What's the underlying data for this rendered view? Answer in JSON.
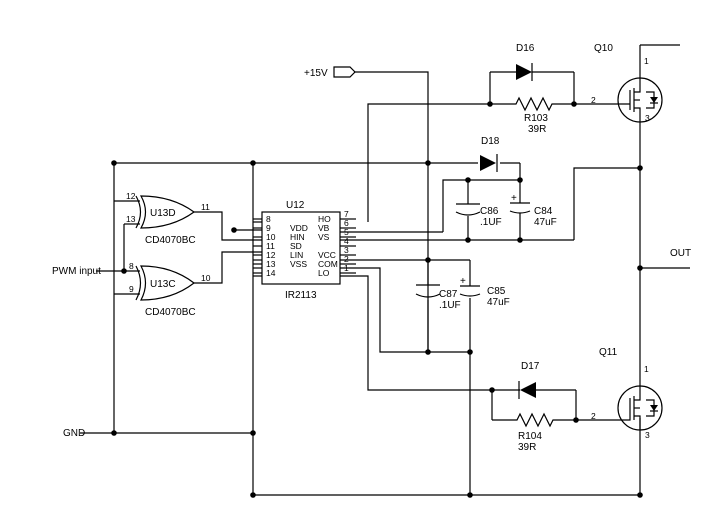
{
  "signals": {
    "supply": "+15V",
    "pwm_input": "PWM input",
    "gnd": "GND",
    "out": "OUT"
  },
  "u12": {
    "ref": "U12",
    "part": "IR2113",
    "left_pins": [
      {
        "num": "8",
        "name": ""
      },
      {
        "num": "9",
        "name": "VDD"
      },
      {
        "num": "10",
        "name": "HIN"
      },
      {
        "num": "11",
        "name": "SD"
      },
      {
        "num": "12",
        "name": "LIN"
      },
      {
        "num": "13",
        "name": "VSS"
      },
      {
        "num": "14",
        "name": ""
      }
    ],
    "right_pins": [
      {
        "num": "7",
        "name": "HO"
      },
      {
        "num": "6",
        "name": "VB"
      },
      {
        "num": "5",
        "name": "VS"
      },
      {
        "num": "4",
        "name": ""
      },
      {
        "num": "3",
        "name": "VCC"
      },
      {
        "num": "2",
        "name": "COM"
      },
      {
        "num": "1",
        "name": "LO"
      }
    ]
  },
  "gates": [
    {
      "ref": "U13D",
      "part": "CD4070BC",
      "in_a": "12",
      "in_b": "13",
      "out": "11"
    },
    {
      "ref": "U13C",
      "part": "CD4070BC",
      "in_a": "8",
      "in_b": "9",
      "out": "10"
    }
  ],
  "diodes": [
    {
      "ref": "D16"
    },
    {
      "ref": "D18"
    },
    {
      "ref": "D17"
    }
  ],
  "resistors": [
    {
      "ref": "R103",
      "value": "39R"
    },
    {
      "ref": "R104",
      "value": "39R"
    }
  ],
  "capacitors": [
    {
      "ref": "C86",
      "value": ".1UF"
    },
    {
      "ref": "C84",
      "value": "47uF"
    },
    {
      "ref": "C87",
      "value": ".1UF"
    },
    {
      "ref": "C85",
      "value": "47uF"
    }
  ],
  "transistors": [
    {
      "ref": "Q10",
      "pin_top": "1",
      "pin_gate": "2",
      "pin_bottom": "3"
    },
    {
      "ref": "Q11",
      "pin_top": "1",
      "pin_gate": "2",
      "pin_bottom": "3"
    }
  ],
  "polarity_mark": "+"
}
